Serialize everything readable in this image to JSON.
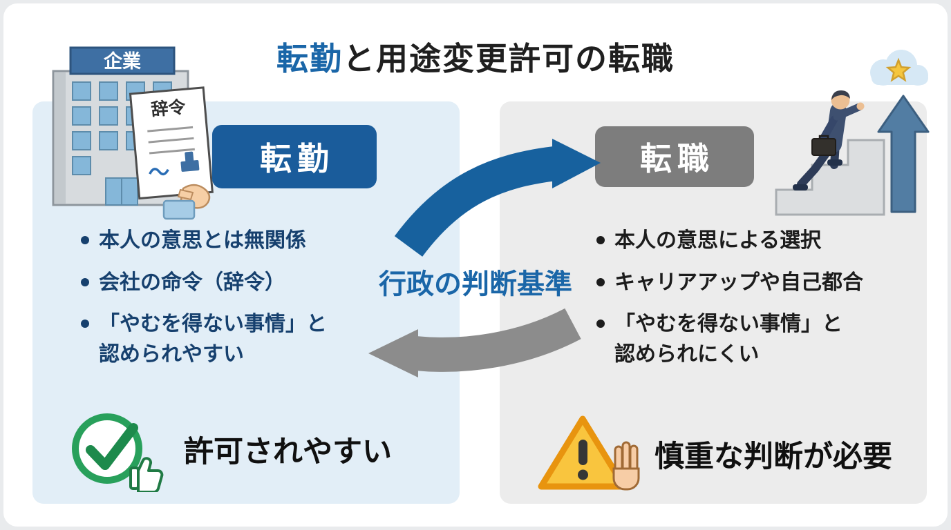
{
  "title": {
    "accent": "転勤",
    "rest": "と用途変更許可の転職"
  },
  "left_panel": {
    "badge": "転勤",
    "building_sign": "企業",
    "document_title": "辞令",
    "bullets": [
      "本人の意思とは無関係",
      "会社の命令（辞令）",
      "「やむを得ない事情」と\n認められやすい"
    ],
    "verdict": "許可されやすい"
  },
  "right_panel": {
    "badge": "転職",
    "bullets": [
      "本人の意思による選択",
      "キャリアアップや自己都合",
      "「やむを得ない事情」と\n認められにくい"
    ],
    "verdict": "慎重な判断が必要"
  },
  "center": {
    "label": "行政の判断基準"
  },
  "colors": {
    "accent_blue": "#1a66a8",
    "badge_blue": "#1a5c9b",
    "badge_gray": "#7d7d7d",
    "panel_blue": "#e2eef7",
    "panel_gray": "#ececec",
    "bullet_navy": "#16406e",
    "arrow_blue": "#17619e",
    "arrow_gray": "#8c8c8c",
    "check_green": "#28a05b",
    "warning_yellow": "#f9c53e"
  }
}
